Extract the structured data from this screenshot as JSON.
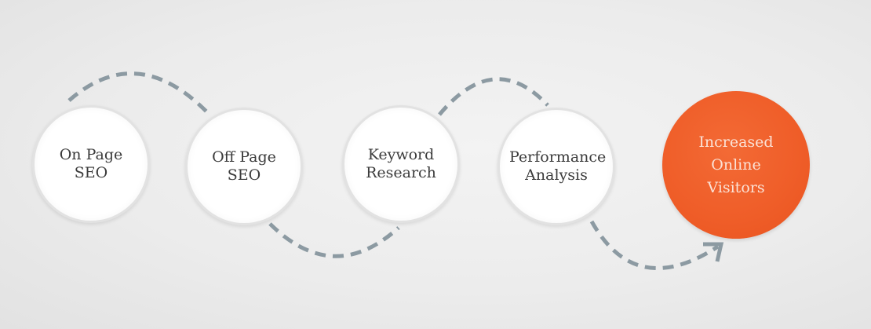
{
  "diagram": {
    "steps": [
      {
        "label": "On Page\nSEO"
      },
      {
        "label": "Off Page\nSEO"
      },
      {
        "label": "Keyword\nResearch"
      },
      {
        "label": "Performance\nAnalysis"
      }
    ],
    "goal": {
      "label": "Increased\nOnline\nVisitors"
    }
  },
  "colors": {
    "connector": "#8c9aa2",
    "goal_fill": "#ef5d28",
    "step_fill": "#ffffff"
  }
}
